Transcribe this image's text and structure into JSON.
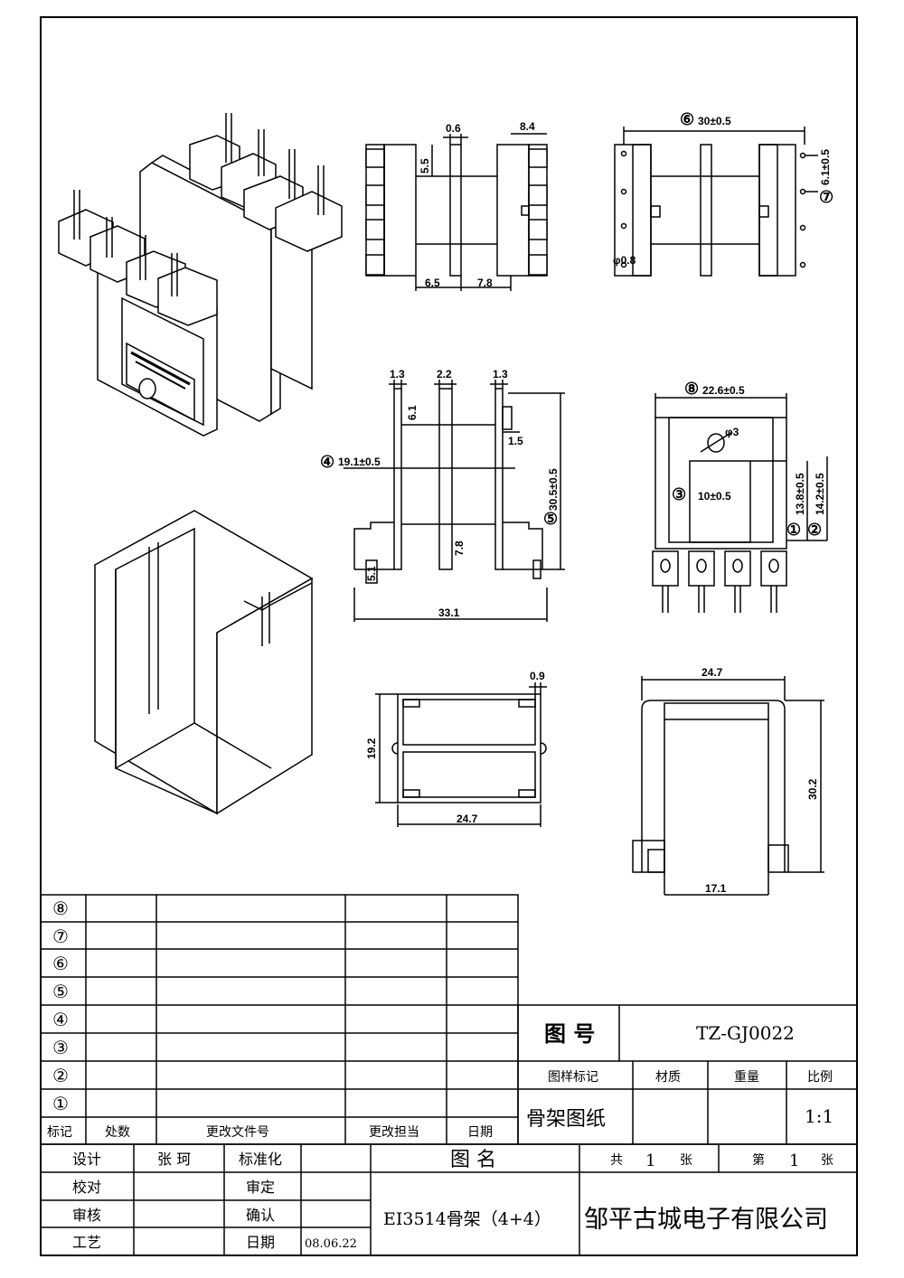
{
  "drawing": {
    "dims": {
      "d0_6": "0.6",
      "d8_4": "8.4",
      "d5_5": "5.5",
      "d6_5": "6.5",
      "d7_8a": "7.8",
      "d30": "30±0.5",
      "d6_1": "6.1±0.5",
      "phi08": "φ0.8",
      "d1_3a": "1.3",
      "d2_2": "2.2",
      "d1_3b": "1.3",
      "d6_1b": "6.1",
      "d1_5": "1.5",
      "d19_1": "19.1±0.5",
      "d30_5": "30.5±0.5",
      "d7_8b": "7.8",
      "d5_1": "5.1",
      "d33_1": "33.1",
      "d22_6": "22.6±0.5",
      "phi3": "φ3",
      "d10": "10±0.5",
      "d13_8": "13.8±0.5",
      "d14_2": "14.2±0.5",
      "d0_9": "0.9",
      "d19_2": "19.2",
      "d24_7a": "24.7",
      "d24_7b": "24.7",
      "d30_2": "30.2",
      "d17_1": "17.1"
    },
    "markers": {
      "m1": "①",
      "m2": "②",
      "m3": "③",
      "m4": "④",
      "m5": "⑤",
      "m6": "⑥",
      "m7": "⑦",
      "m8": "⑧"
    }
  },
  "revisions": {
    "rows": [
      "⑧",
      "⑦",
      "⑥",
      "⑤",
      "④",
      "③",
      "②",
      "①"
    ],
    "header": {
      "mark": "标记",
      "count": "处数",
      "doc": "更改文件号",
      "person": "更改担当",
      "date": "日期"
    }
  },
  "title_block": {
    "drawing_no_label": "图 号",
    "drawing_no": "TZ-GJ0022",
    "sample_mark_label": "图样标记",
    "material_label": "材质",
    "weight_label": "重量",
    "scale_label": "比例",
    "drawing_type": "骨架图纸",
    "scale": "1:1",
    "design_label": "设计",
    "designer": "张 珂",
    "standard_label": "标准化",
    "name_label": "图 名",
    "total_pre": "共",
    "total_num": "1",
    "sheet_unit": "张",
    "sheet_pre": "第",
    "sheet_num": "1",
    "sheet_unit2": "张",
    "check_label": "校对",
    "approve_label": "审定",
    "review_label": "审核",
    "confirm_label": "确认",
    "process_label": "工艺",
    "date_label": "日期",
    "date": "08.06.22",
    "part_name": "EI3514骨架（4+4）",
    "company": "邹平古城电子有限公司"
  }
}
